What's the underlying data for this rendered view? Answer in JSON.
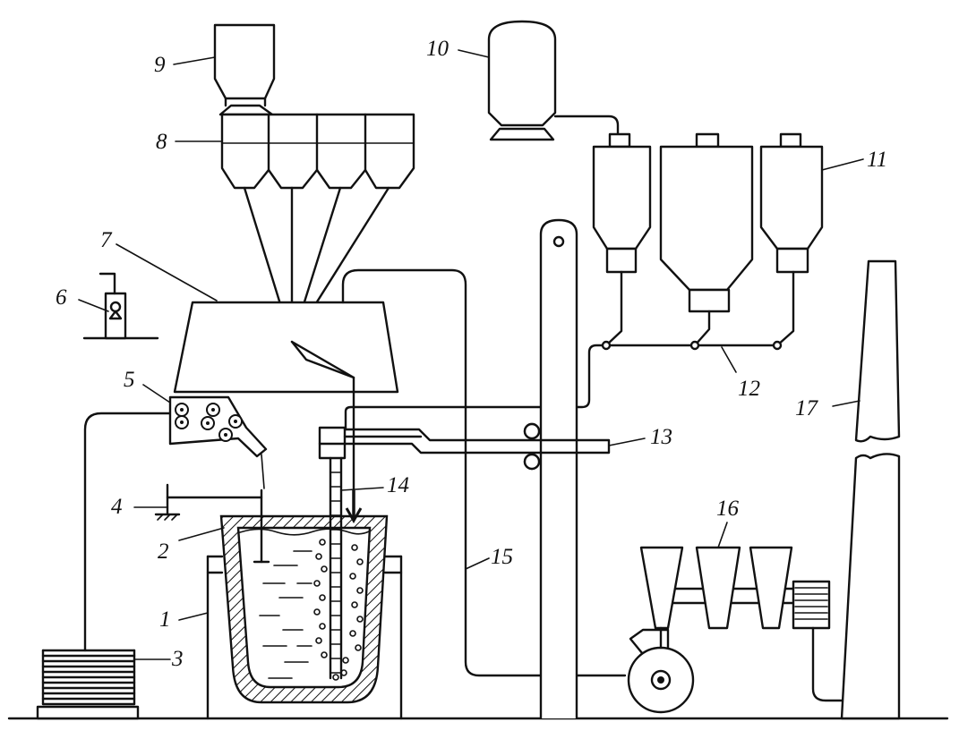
{
  "diagram": {
    "labels": {
      "l1": "1",
      "l2": "2",
      "l3": "3",
      "l4": "4",
      "l5": "5",
      "l6": "6",
      "l7": "7",
      "l8": "8",
      "l9": "9",
      "l10": "10",
      "l11": "11",
      "l12": "12",
      "l13": "13",
      "l14": "14",
      "l15": "15",
      "l16": "16",
      "l17": "17"
    }
  }
}
